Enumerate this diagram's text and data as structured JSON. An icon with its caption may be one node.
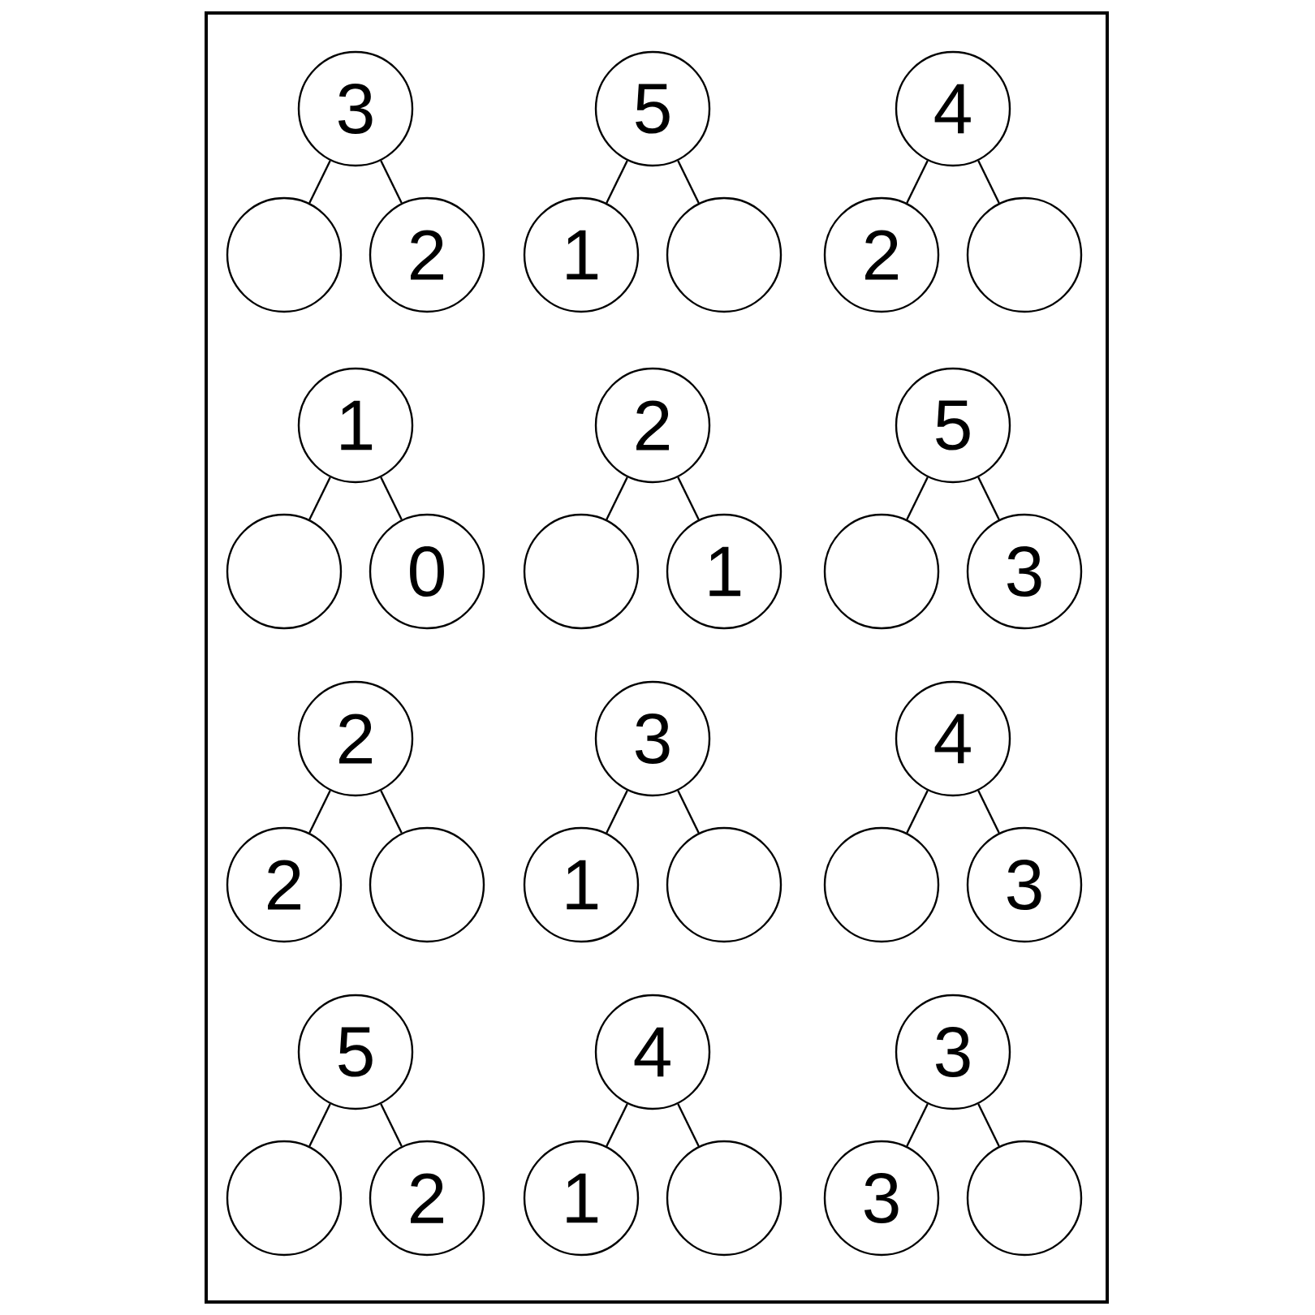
{
  "diagram": {
    "nodes": [
      {
        "text": [
          "3"
        ]
      },
      {
        "text": [],
        "shape": "circle"
      },
      {
        "text": [
          "2"
        ]
      },
      {
        "text": [
          "5"
        ]
      },
      {
        "text": [
          "1"
        ]
      },
      {
        "text": [],
        "shape": "circle"
      },
      {
        "text": [
          "4"
        ]
      },
      {
        "text": [
          "2"
        ]
      },
      {
        "text": [],
        "shape": "circle"
      },
      {
        "text": [
          "1"
        ]
      },
      {
        "text": [],
        "shape": "circle"
      },
      {
        "text": [
          "0"
        ]
      },
      {
        "text": [
          "2"
        ]
      },
      {
        "text": [],
        "shape": "circle"
      },
      {
        "text": [
          "1"
        ]
      },
      {
        "text": [
          "5"
        ]
      },
      {
        "text": [],
        "shape": "circle"
      },
      {
        "text": [
          "3"
        ]
      },
      {
        "text": [
          "2"
        ]
      },
      {
        "text": [
          "2"
        ]
      },
      {
        "text": [],
        "shape": "circle"
      },
      {
        "text": [
          "3"
        ]
      },
      {
        "text": [
          "1"
        ]
      },
      {
        "text": [],
        "shape": "circle"
      },
      {
        "text": [
          "4"
        ]
      },
      {
        "text": [],
        "shape": "circle"
      },
      {
        "text": [
          "3"
        ]
      },
      {
        "text": [
          "5"
        ]
      },
      {
        "text": [],
        "shape": "circle"
      },
      {
        "text": [
          "2"
        ]
      },
      {
        "text": [
          "4"
        ]
      },
      {
        "text": [
          "1"
        ]
      },
      {
        "text": [],
        "shape": "circle"
      },
      {
        "text": [
          "3"
        ]
      },
      {
        "text": [
          "3"
        ]
      },
      {
        "text": [],
        "shape": "circle"
      }
    ],
    "edges": [
      {
        "from": 0,
        "to": 1,
        "arrow": "none"
      },
      {
        "from": 0,
        "to": 2,
        "arrow": "none"
      },
      {
        "from": 3,
        "to": 4,
        "arrow": "none"
      },
      {
        "from": 3,
        "to": 5,
        "arrow": "none"
      },
      {
        "from": 6,
        "to": 7,
        "arrow": "none"
      },
      {
        "from": 6,
        "to": 8,
        "arrow": "none"
      },
      {
        "from": 9,
        "to": 10,
        "arrow": "none"
      },
      {
        "from": 9,
        "to": 11,
        "arrow": "none"
      },
      {
        "from": 12,
        "to": 13,
        "arrow": "none"
      },
      {
        "from": 12,
        "to": 14,
        "arrow": "none"
      },
      {
        "from": 15,
        "to": 16,
        "arrow": "none"
      },
      {
        "from": 15,
        "to": 17,
        "arrow": "none"
      },
      {
        "from": 18,
        "to": 19,
        "arrow": "none"
      },
      {
        "from": 18,
        "to": 20,
        "arrow": "none"
      },
      {
        "from": 21,
        "to": 22,
        "arrow": "none"
      },
      {
        "from": 21,
        "to": 23,
        "arrow": "none"
      },
      {
        "from": 24,
        "to": 25,
        "arrow": "none"
      },
      {
        "from": 24,
        "to": 26,
        "arrow": "none"
      },
      {
        "from": 27,
        "to": 28,
        "arrow": "none"
      },
      {
        "from": 27,
        "to": 29,
        "arrow": "none"
      },
      {
        "from": 30,
        "to": 31,
        "arrow": "none"
      },
      {
        "from": 30,
        "to": 32,
        "arrow": "none"
      },
      {
        "from": 33,
        "to": 34,
        "arrow": "none"
      },
      {
        "from": 33,
        "to": 35,
        "arrow": "none"
      }
    ]
  }
}
